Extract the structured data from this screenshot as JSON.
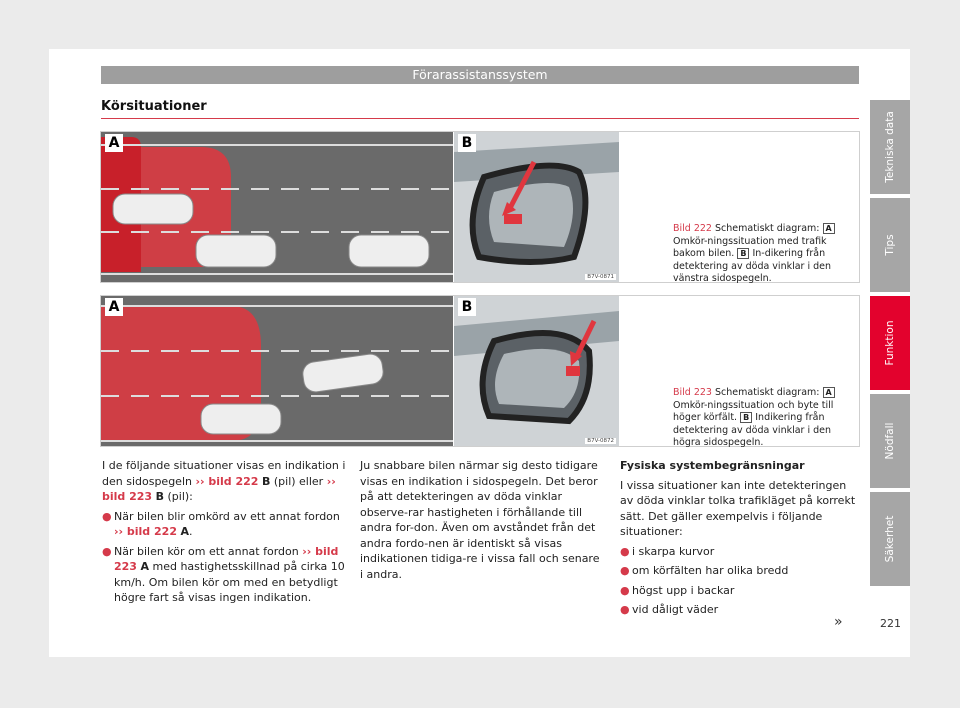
{
  "header": {
    "chapter": "Förarassistanssystem",
    "section": "Körsituationer"
  },
  "side_tabs": [
    {
      "label": "Tekniska data",
      "active": false
    },
    {
      "label": "Tips",
      "active": false
    },
    {
      "label": "Funktion",
      "active": true
    },
    {
      "label": "Nödfall",
      "active": false
    },
    {
      "label": "Säkerhet",
      "active": false
    }
  ],
  "figures": [
    {
      "letter_a": "A",
      "letter_b": "B",
      "code": "B7V-0871",
      "label": "Bild 222",
      "caption_1": "Schematiskt diagram:",
      "caption_2": "Omkör-ningssituation med trafik bakom bilen.",
      "caption_3": "In-dikering från detektering av döda vinklar i den vänstra sidospegeln."
    },
    {
      "letter_a": "A",
      "letter_b": "B",
      "code": "B7V-0872",
      "label": "Bild 223",
      "caption_1": "Schematiskt diagram:",
      "caption_2": "Omkör-ningssituation och byte till höger körfält.",
      "caption_3": "Indikering från detektering av döda vinklar i den högra sidospegeln."
    }
  ],
  "col1": {
    "intro_1": "I de följande situationer visas en indikation i den sidospegeln",
    "ref_a": "›› bild 222",
    "ref_a_letter": "B",
    "intro_mid": "(pil) eller",
    "ref_b": "›› bild 223",
    "ref_b_letter": "B",
    "intro_end": "(pil):",
    "bullet1_text": "När bilen blir omkörd av ett annat fordon",
    "bullet1_ref": "›› bild 222",
    "bullet1_letter": "A",
    "bullet2_text": "När bilen kör om ett annat fordon",
    "bullet2_ref": "›› bild 223",
    "bullet2_letter": "A",
    "bullet2_rest": "med hastighetsskillnad på cirka 10 km/h. Om bilen kör om med en betydligt högre fart så visas ingen indikation."
  },
  "col2": {
    "text": "Ju snabbare bilen närmar sig desto tidigare visas en indikation i sidospegeln. Det beror på att detekteringen av döda vinklar observe-rar hastigheten i förhållande till andra for-don. Även om avståndet från det andra fordo-nen är identiskt så visas indikationen tidiga-re i vissa fall och senare i andra."
  },
  "col3": {
    "heading": "Fysiska systembegränsningar",
    "text": "I vissa situationer kan inte detekteringen av döda vinklar tolka trafikläget på korrekt sätt. Det gäller exempelvis i följande situationer:",
    "bullets": [
      "i skarpa kurvor",
      "om körfälten har olika bredd",
      "högst upp i backar",
      "vid dåligt väder"
    ]
  },
  "continue_mark": "»",
  "page_number": "221",
  "colors": {
    "accent": "#d53a4a",
    "tab_active": "#e3022d",
    "tab_inactive": "#a6a6a6"
  }
}
